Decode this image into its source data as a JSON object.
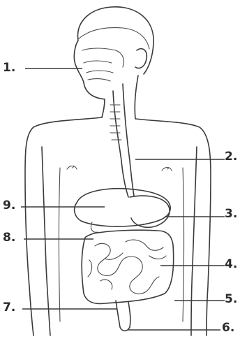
{
  "labels": [
    {
      "id": "1",
      "text": "1."
    },
    {
      "id": "2",
      "text": "2."
    },
    {
      "id": "3",
      "text": "3."
    },
    {
      "id": "4",
      "text": "4."
    },
    {
      "id": "5",
      "text": "5."
    },
    {
      "id": "6",
      "text": "6."
    },
    {
      "id": "7",
      "text": "7."
    },
    {
      "id": "8",
      "text": "8."
    },
    {
      "id": "9",
      "text": "9."
    }
  ],
  "colors": {
    "ink": "#3a3a3a",
    "background": "#ffffff"
  }
}
